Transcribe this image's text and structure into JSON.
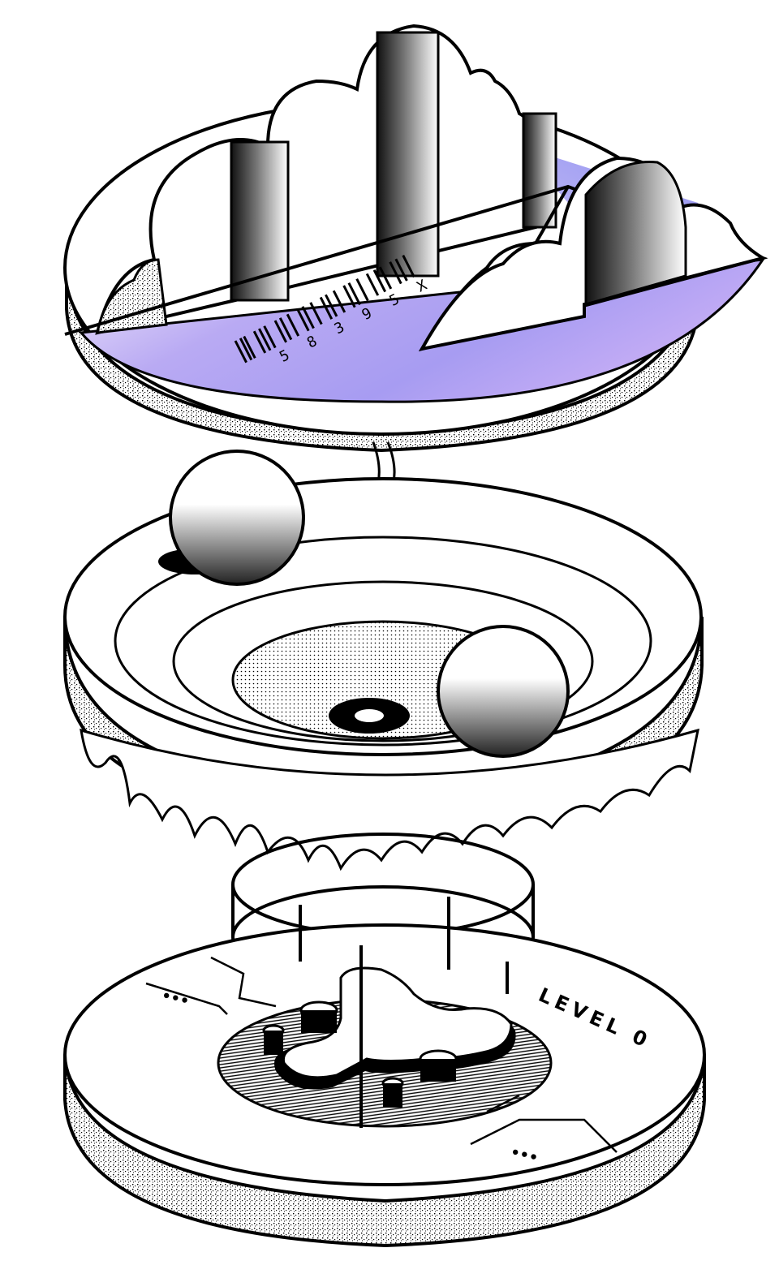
{
  "illustration": {
    "subject": "exploded stacked layers",
    "colors": {
      "ink": "#000000",
      "paper": "#ffffff",
      "violet_light": "#efe6fb",
      "violet_mid": "#b3a5f2",
      "violet_deep": "#8c8ef0"
    },
    "top_layer": {
      "barcode_digits": [
        "5",
        "8",
        "3",
        "9",
        "5",
        "X"
      ]
    },
    "bottom_layer": {
      "label": "LEVEL 0",
      "dots_left": "•••",
      "dots_right": "•••"
    }
  }
}
